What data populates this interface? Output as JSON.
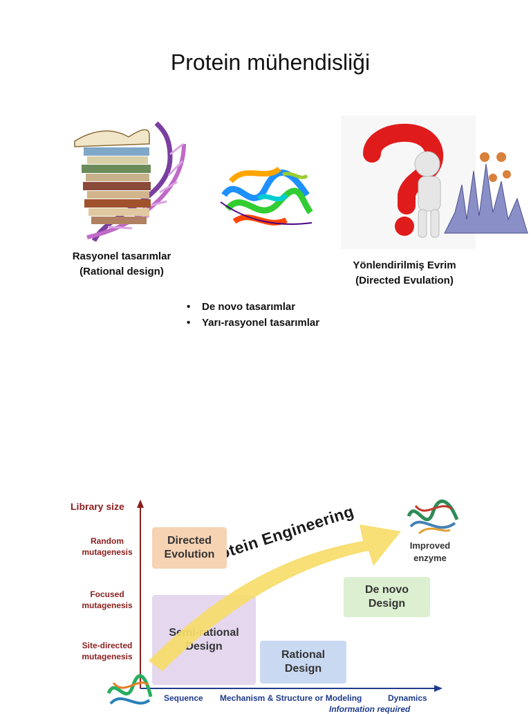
{
  "slide_title": "Protein mühendisliği",
  "rational": {
    "line1": "Rasyonel tasarımlar",
    "line2": "(Rational design)"
  },
  "directed": {
    "line1": "Yönlendirilmiş Evrim",
    "line2": "(Directed Evulation)"
  },
  "bullets": [
    "De  novo tasarımlar",
    "Yarı-rasyonel  tasarımlar"
  ],
  "diagram": {
    "y_axis_label": "Library size",
    "y_levels": [
      {
        "line1": "Random",
        "line2": "mutagenesis"
      },
      {
        "line1": "Focused",
        "line2": "mutagenesis"
      },
      {
        "line1": "Site-directed",
        "line2": "mutagenesis"
      }
    ],
    "boxes": {
      "directed_evolution": {
        "line1": "Directed",
        "line2": "Evolution",
        "color": "#f6d3b3"
      },
      "semi_rational": {
        "line1": "Semi-rational",
        "line2": "Design",
        "color": "#e5d7ee"
      },
      "rational": {
        "line1": "Rational",
        "line2": "Design",
        "color": "#c9d9f2"
      },
      "de_novo": {
        "line1": "De novo",
        "line2": "Design",
        "color": "#dcefd0"
      }
    },
    "arrow_label": "Protein Engineering",
    "arrow_color": "#f7dc6a",
    "improved": {
      "line1": "Improved",
      "line2": "enzyme"
    },
    "x_axis_labels": [
      "Sequence",
      "Mechanism & Structure or Modeling",
      "Dynamics"
    ],
    "x_axis_sub": "Information required"
  }
}
